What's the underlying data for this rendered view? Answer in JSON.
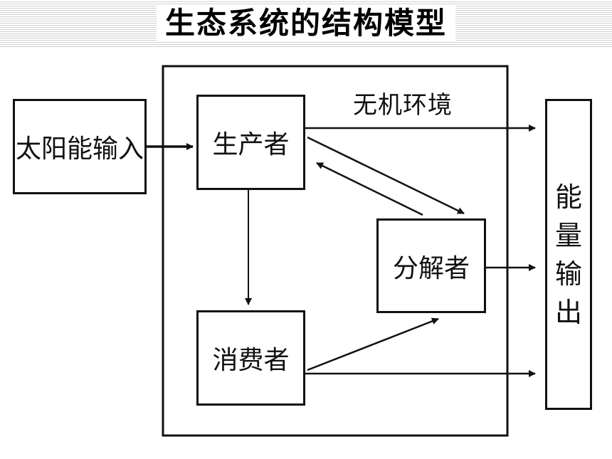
{
  "title": "生态系统的结构模型",
  "nodes": {
    "solar_input": "太阳能输入",
    "producer": "生产者",
    "consumer": "消费者",
    "decomposer": "分解者",
    "environment": "无机环境",
    "energy_output": [
      "能",
      "量",
      "输",
      "出"
    ]
  },
  "colors": {
    "ink": "#111111",
    "background": "#ffffff",
    "header_lines": "#cfcfcf"
  }
}
